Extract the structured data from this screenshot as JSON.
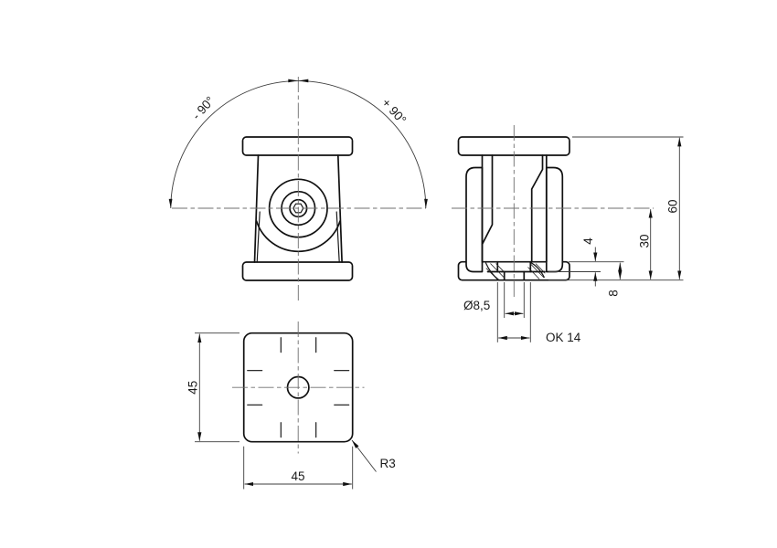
{
  "colors": {
    "background": "#ffffff",
    "outline": "#111111",
    "dimension_lines": "#3c3c3c",
    "centerlines": "#6f6f6f",
    "text": "#1a1a1a"
  },
  "labels": {
    "angle_minus": "- 90°",
    "angle_plus": "+ 90°",
    "total_height": "60",
    "center_height": "30",
    "pocket_depth": "4",
    "base_thickness": "8",
    "hole_diameter": "Ø8,5",
    "hex_across_flats": "OK 14",
    "plate_height": "45",
    "plate_width": "45",
    "corner_radius": "R3"
  }
}
